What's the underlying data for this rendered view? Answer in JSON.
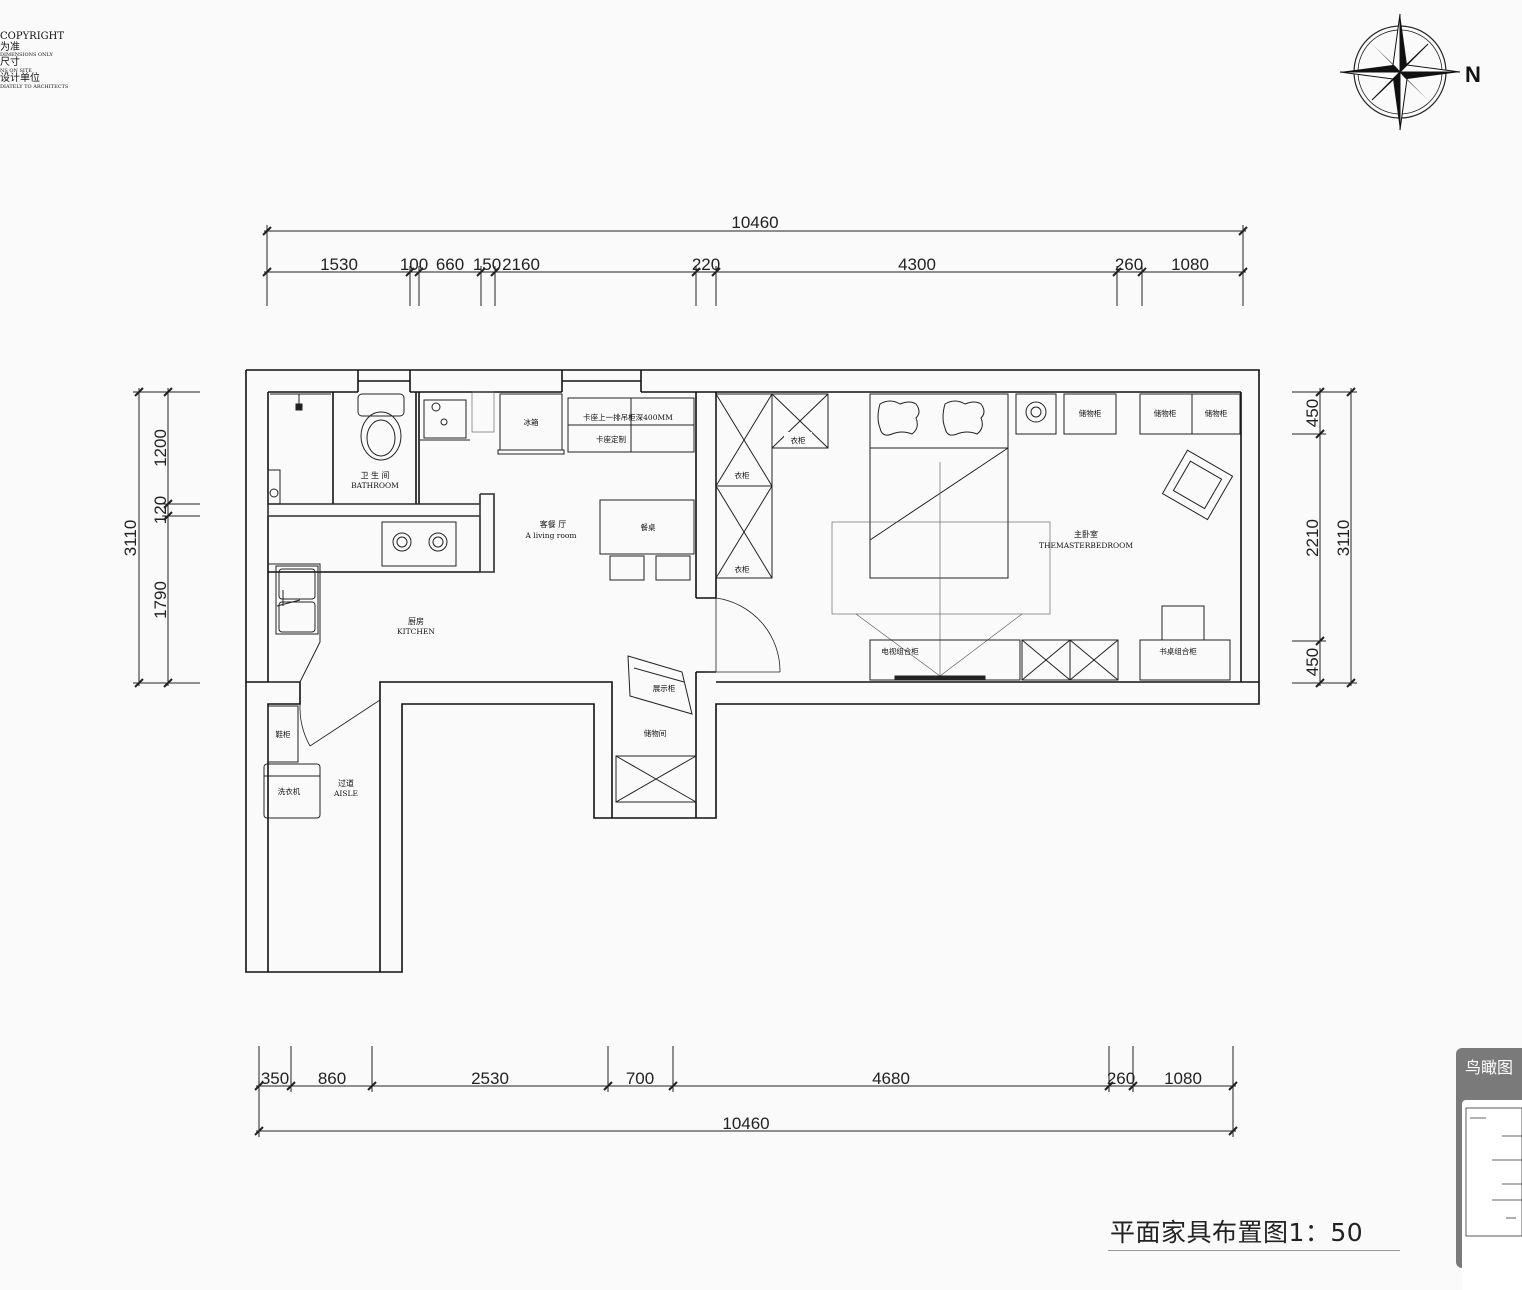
{
  "copyright": {
    "lines": [
      "COPYRIGHT",
      "为准",
      "DIMENSIONS ONLY",
      "尺寸",
      "NS ON SITE",
      "设计单位",
      "DIATELY TO ARCHITECTS"
    ]
  },
  "compass": {
    "north_label": "N"
  },
  "dimensions": {
    "top_total": "10460",
    "top_segments": [
      "1530",
      "100",
      "660",
      "150",
      "2160",
      "220",
      "4300",
      "260",
      "1080"
    ],
    "bottom_segments": [
      "350",
      "860",
      "2530",
      "700",
      "4680",
      "260",
      "1080"
    ],
    "bottom_total": "10460",
    "left_segments": [
      "1200",
      "120",
      "1790"
    ],
    "left_total": "3110",
    "right_segments": [
      "450",
      "2210",
      "450"
    ],
    "right_total": "3110"
  },
  "rooms": {
    "bathroom_cn": "卫 生 间",
    "bathroom_en": "BATHROOM",
    "living_cn": "客餐 厅",
    "living_en": "A living room",
    "kitchen_cn": "厨房",
    "kitchen_en": "KITCHEN",
    "bedroom_cn": "主卧室",
    "bedroom_en": "THEMASTERBEDROOM",
    "aisle_cn": "过道",
    "aisle_en": "AISLE"
  },
  "furniture": {
    "fridge": "冰箱",
    "upper_cabinet": "卡座上一排吊柜深400MM",
    "booth": "卡座定制",
    "dining_table": "餐桌",
    "wardrobe_1": "衣柜",
    "wardrobe_2": "衣柜",
    "wardrobe_3": "衣柜",
    "storage_1": "储物柜",
    "storage_2": "储物柜",
    "storage_3": "储物柜",
    "tv_cabinet": "电视组合柜",
    "desk_cabinet": "书桌组合柜",
    "display_cabinet": "展示柜",
    "storeroom": "储物间",
    "shoe_cabinet": "鞋柜",
    "washer": "洗衣机"
  },
  "title": {
    "text": "平面家具布置图1：50"
  },
  "minimap": {
    "label": "鸟瞰图"
  }
}
